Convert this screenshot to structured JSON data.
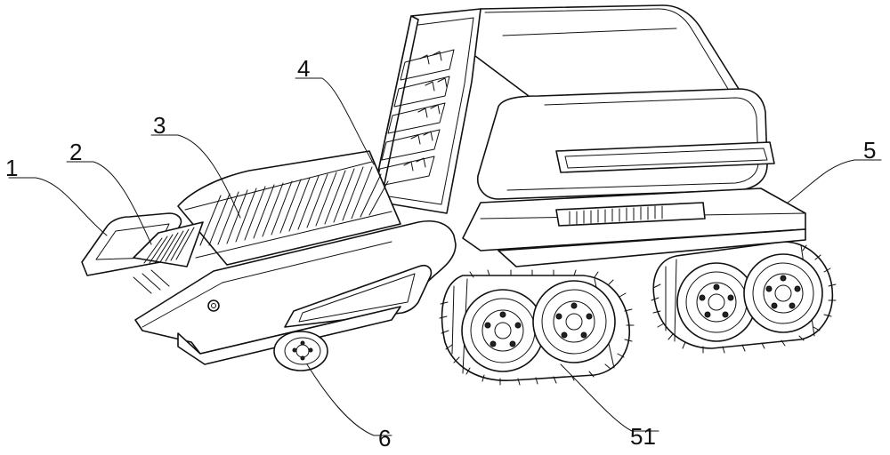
{
  "callouts": [
    {
      "id": "1",
      "label": "1"
    },
    {
      "id": "2",
      "label": "2"
    },
    {
      "id": "3",
      "label": "3"
    },
    {
      "id": "4",
      "label": "4"
    },
    {
      "id": "5",
      "label": "5"
    },
    {
      "id": "6",
      "label": "6"
    },
    {
      "id": "51",
      "label": "51"
    }
  ]
}
